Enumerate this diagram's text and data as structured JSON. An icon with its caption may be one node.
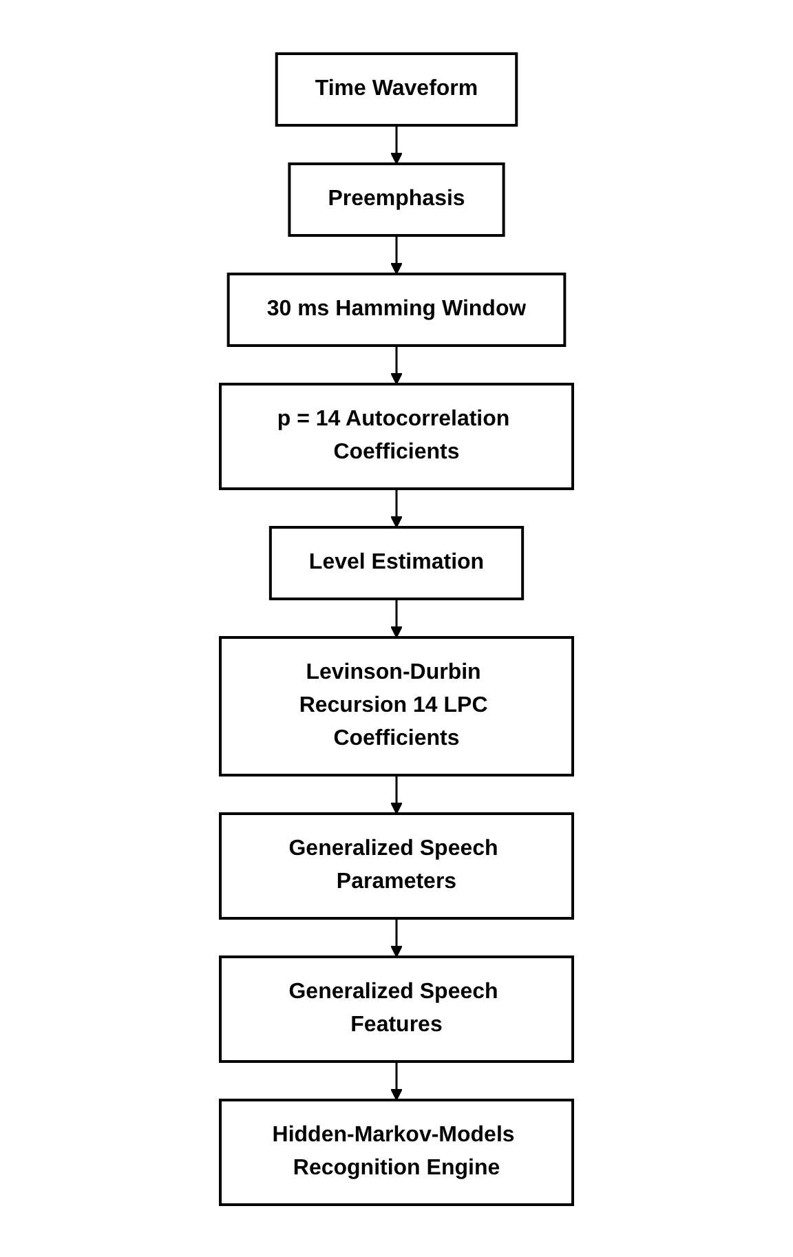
{
  "diagram": {
    "nodes": [
      {
        "text": [
          "Time Waveform"
        ]
      },
      {
        "text": [
          "Preemphasis"
        ]
      },
      {
        "text": [
          "30 ms Hamming Window"
        ]
      },
      {
        "text": [
          "p = 14 Autocorrelation Coefficients"
        ]
      },
      {
        "text": [
          "Level Estimation"
        ]
      },
      {
        "text": [
          "Levinson-Durbin Recursion 14 LPC Coefficients"
        ]
      },
      {
        "text": [
          "Generalized Speech Parameters"
        ]
      },
      {
        "text": [
          "Generalized Speech Features"
        ]
      },
      {
        "text": [
          "Hidden-Markov-Models Recognition Engine"
        ]
      }
    ],
    "edges": [
      {
        "from": 0,
        "to": 1,
        "arrow": "to"
      },
      {
        "from": 1,
        "to": 2,
        "arrow": "to"
      },
      {
        "from": 2,
        "to": 3,
        "arrow": "to"
      },
      {
        "from": 3,
        "to": 4,
        "arrow": "to"
      },
      {
        "from": 4,
        "to": 5,
        "arrow": "to"
      },
      {
        "from": 5,
        "to": 6,
        "arrow": "to"
      },
      {
        "from": 6,
        "to": 7,
        "arrow": "to"
      },
      {
        "from": 7,
        "to": 8,
        "arrow": "to"
      }
    ]
  }
}
